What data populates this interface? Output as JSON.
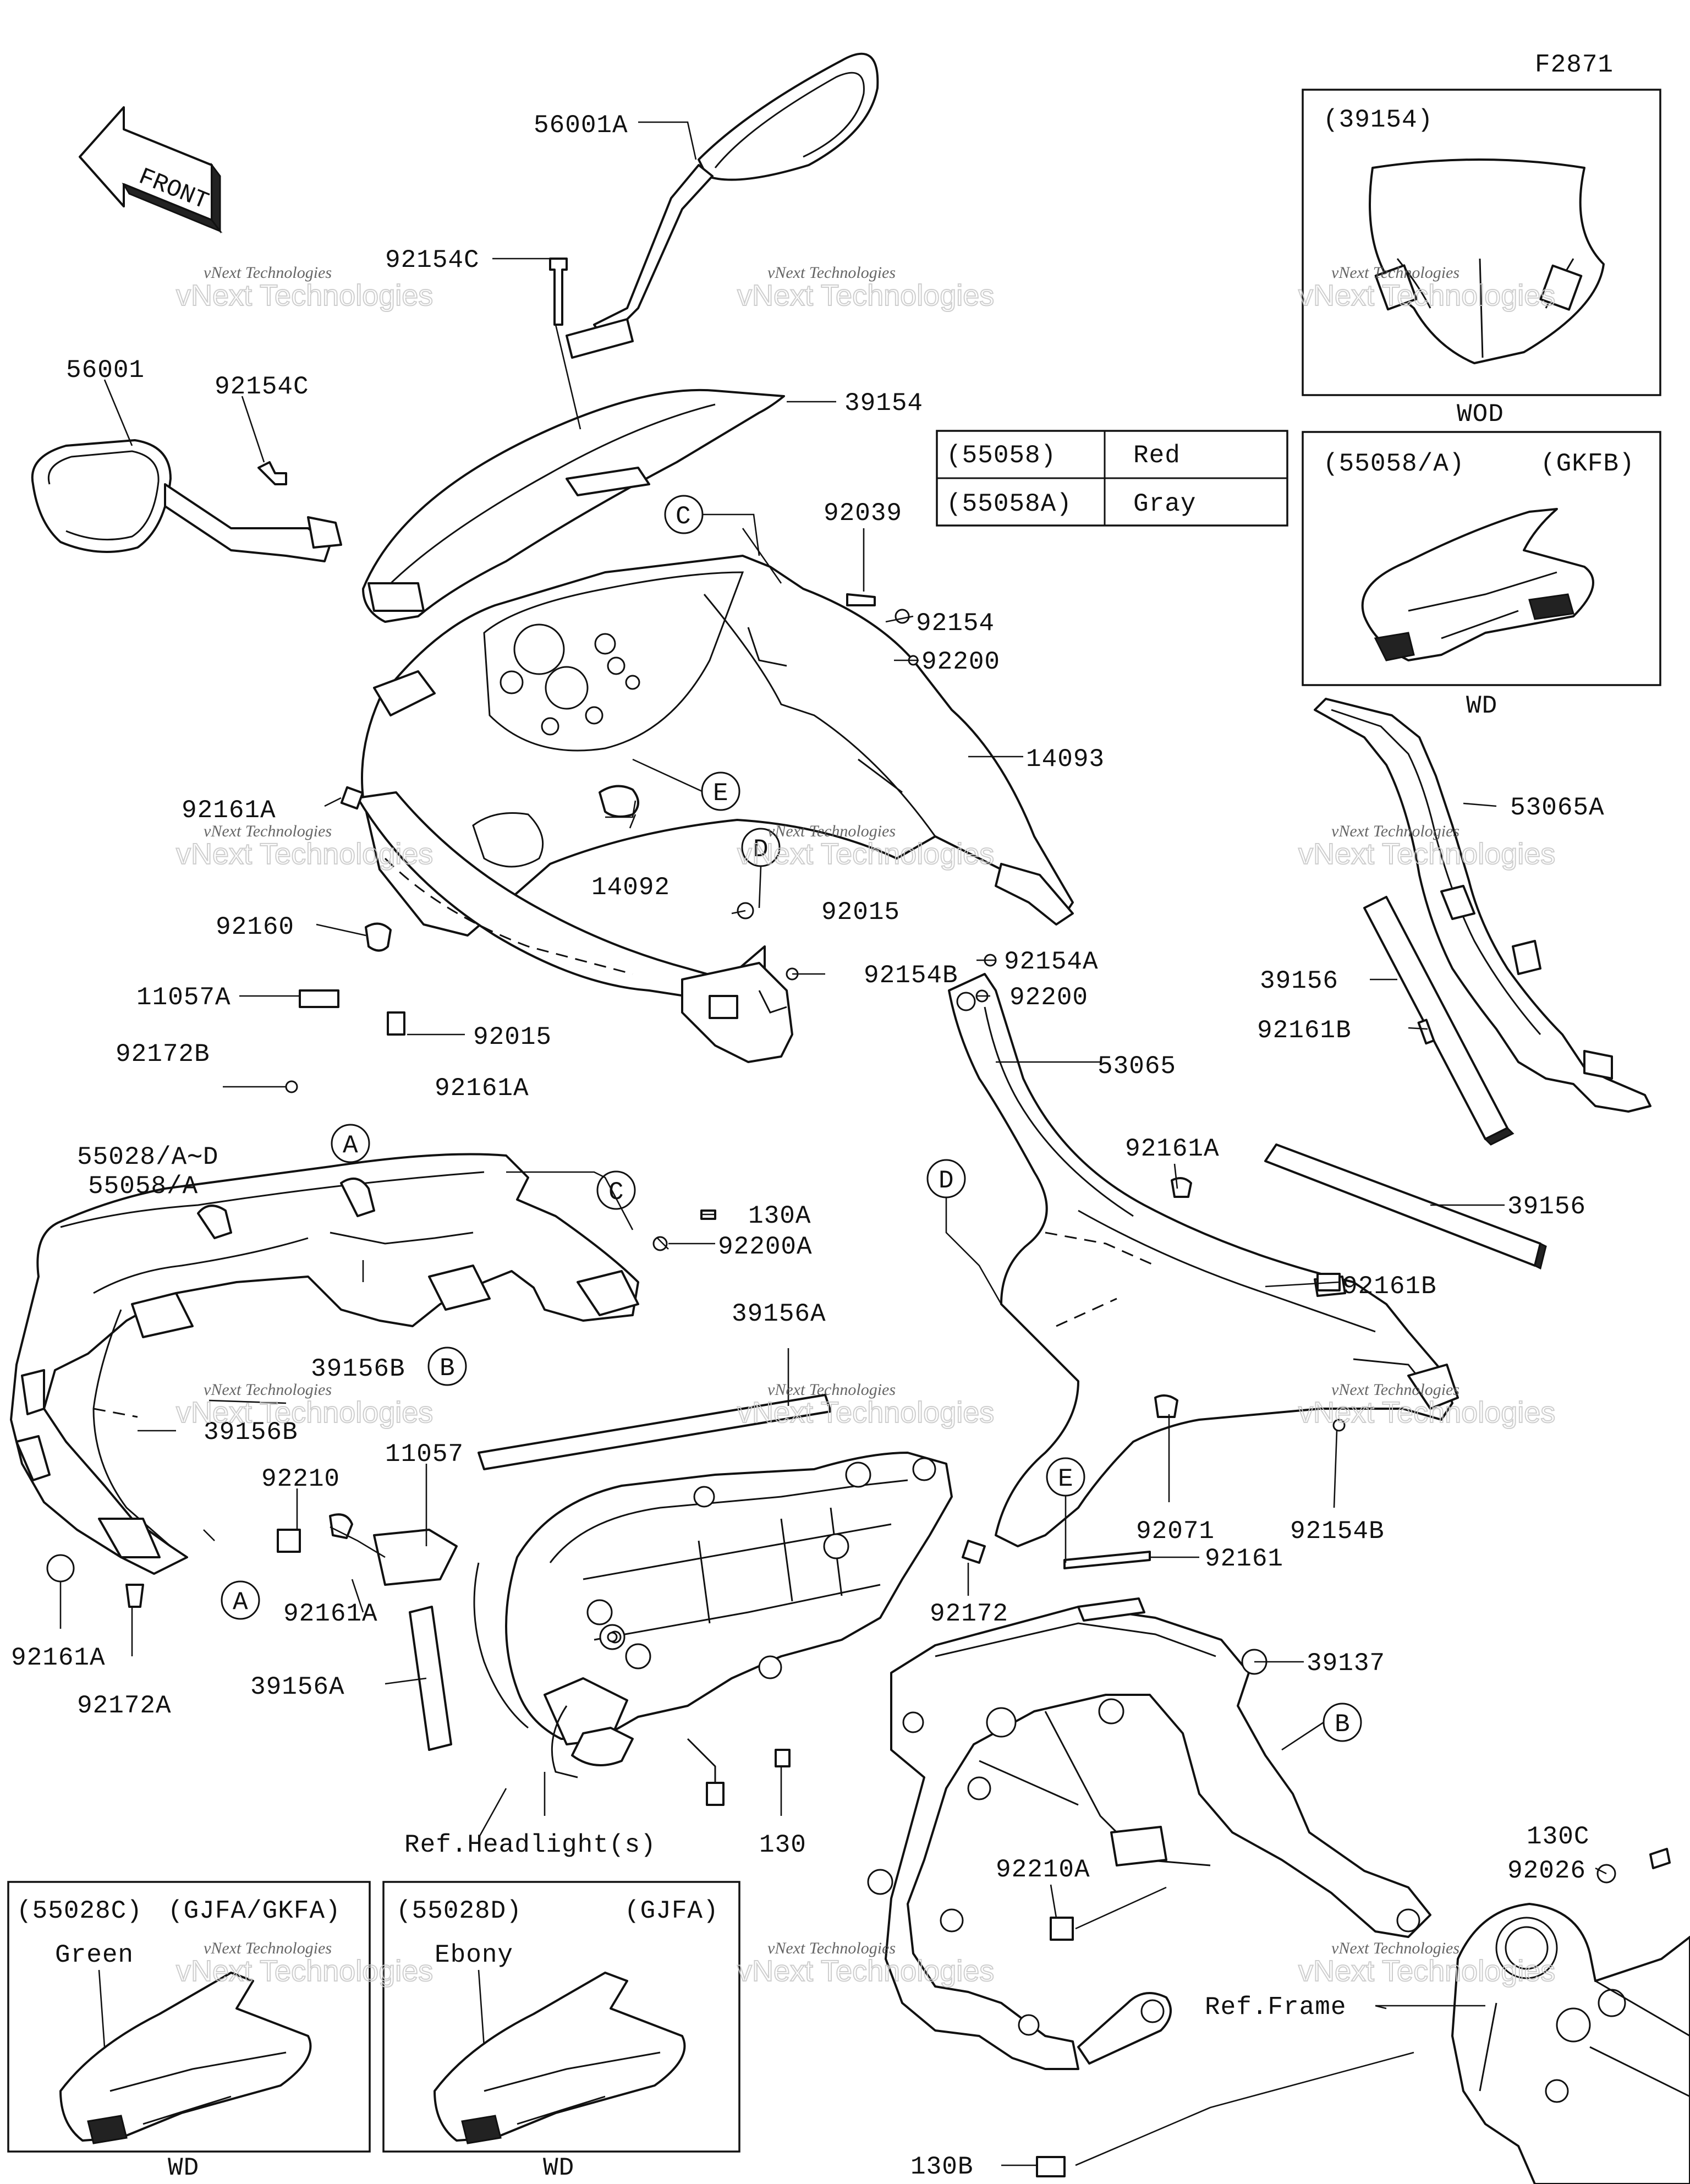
{
  "figure_id": "F2871",
  "front_arrow_label": "FRONT",
  "color_table": {
    "rows": [
      {
        "code": "(55058)",
        "color": "Red"
      },
      {
        "code": "(55058A)",
        "color": "Gray"
      }
    ]
  },
  "insets": {
    "windshield": {
      "title": "(39154)",
      "footer": "WOD"
    },
    "cowl_55058": {
      "title": "(55058/A)",
      "variant": "(GKFB)",
      "footer": "WD"
    },
    "cowl_55028c": {
      "title": "(55028C)",
      "variant": "(GJFA/GKFA)",
      "color": "Green",
      "footer": "WD"
    },
    "cowl_55028d": {
      "title": "(55028D)",
      "variant": "(GJFA)",
      "color": "Ebony",
      "footer": "WD"
    }
  },
  "reference_letters": [
    "A",
    "B",
    "C",
    "D",
    "E"
  ],
  "part_labels": {
    "p56001A": "56001A",
    "p92154C_top": "92154C",
    "p56001": "56001",
    "p92154C": "92154C",
    "p39154": "39154",
    "p92039": "92039",
    "p92154": "92154",
    "p92200": "92200",
    "p14093": "14093",
    "p92161A_l": "92161A",
    "p14092": "14092",
    "p92160": "92160",
    "p92015_r": "92015",
    "p11057A": "11057A",
    "p92154B_c": "92154B",
    "p92154A": "92154A",
    "p92200_c": "92200",
    "p92172B": "92172B",
    "p92015_l": "92015",
    "p92161A_c": "92161A",
    "p53065": "53065",
    "p53065A": "53065A",
    "p39156_r": "39156",
    "p92161B_r": "92161B",
    "p55028": "55028/A∼D",
    "p55058": "55058/A",
    "p130A": "130A",
    "p92200A": "92200A",
    "p92161A_m": "92161A",
    "p39156": "39156",
    "p92161B": "92161B",
    "p39156B_1": "39156B",
    "p39156B_2": "39156B",
    "p39156A_top": "39156A",
    "p92210": "92210",
    "p11057": "11057",
    "p92161A_ll": "92161A",
    "p92161A_b": "92161A",
    "p92172A": "92172A",
    "p39156A": "39156A",
    "p92172": "92172",
    "p130": "130",
    "ref_headlight": "Ref.Headlight(s)",
    "p92071": "92071",
    "p92154B": "92154B",
    "p92161": "92161",
    "p39137": "39137",
    "p92210A": "92210A",
    "p130C": "130C",
    "p92026": "92026",
    "ref_frame": "Ref.Frame",
    "p130B": "130B"
  },
  "watermark": {
    "line1": "vNext Technologies",
    "line2": "vNext Technologies"
  }
}
